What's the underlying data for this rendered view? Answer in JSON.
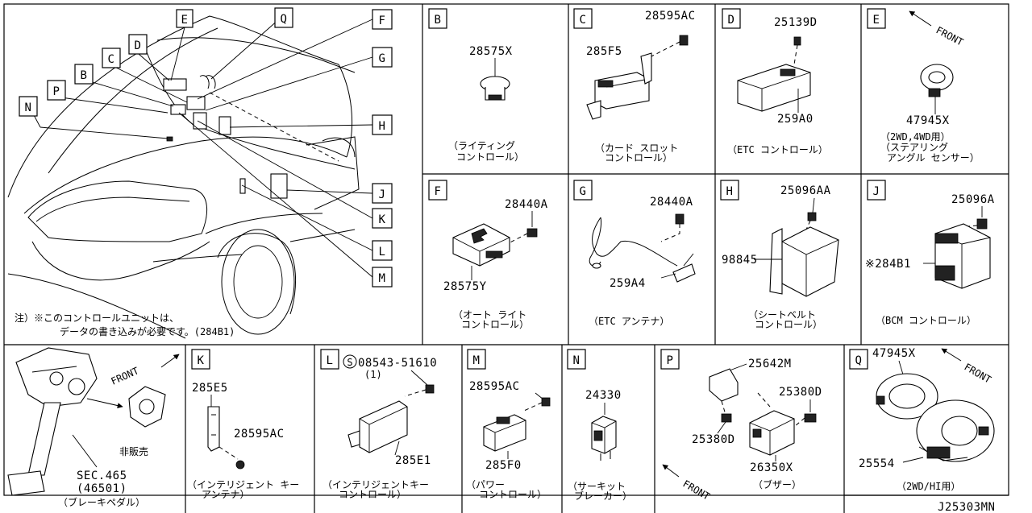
{
  "diagram_code": "J25303MN",
  "overview": {
    "callouts": [
      "E",
      "Q",
      "F",
      "D",
      "C",
      "G",
      "B",
      "P",
      "N",
      "H",
      "J",
      "K",
      "L",
      "M"
    ],
    "note_line1": "注）※このコントロールユニットは、",
    "note_line2": "データの書き込みが必要です。(284B1)"
  },
  "panels": {
    "B": {
      "letter": "B",
      "part1": "28575X",
      "caption1": "（ライティング",
      "caption2": "コントロール）"
    },
    "C": {
      "letter": "C",
      "part1": "28595AC",
      "part2": "285F5",
      "caption1": "（カード スロット",
      "caption2": "コントロール）"
    },
    "D": {
      "letter": "D",
      "part1": "25139D",
      "part2": "259A0",
      "caption1": "（ETC コントロール）"
    },
    "E": {
      "letter": "E",
      "front": "FRONT",
      "part1": "47945X",
      "caption1": "（2WD,4WD用）",
      "caption2": "（ステアリング",
      "caption3": "アングル センサー）"
    },
    "F": {
      "letter": "F",
      "part1": "28440A",
      "part2": "28575Y",
      "caption1": "（オート ライト",
      "caption2": "コントロール）"
    },
    "G": {
      "letter": "G",
      "part1": "28440A",
      "part2": "259A4",
      "caption1": "（ETC アンテナ）"
    },
    "H": {
      "letter": "H",
      "part1": "25096AA",
      "part2": "98845",
      "caption1": "（シートベルト",
      "caption2": "コントロール）"
    },
    "J": {
      "letter": "J",
      "part1": "25096A",
      "part2": "※284B1",
      "caption1": "（BCM コントロール）"
    },
    "pedal": {
      "front": "FRONT",
      "not_sold": "非販売",
      "sec": "SEC.465",
      "sec_num": "(46501)",
      "caption1": "（ブレーキペダル）"
    },
    "K": {
      "letter": "K",
      "part1": "285E5",
      "part2": "28595AC",
      "caption1": "（インテリジェント キー",
      "caption2": "アンテナ）"
    },
    "L": {
      "letter": "L",
      "screw_symbol": "S",
      "part1": "08543-51610",
      "part1_qty": "(1)",
      "part2": "285E1",
      "caption1": "（インテリジェントキー",
      "caption2": "コントロール）"
    },
    "M": {
      "letter": "M",
      "part1": "28595AC",
      "part2": "285F0",
      "caption1": "（パワー",
      "caption2": "コントロール）"
    },
    "N": {
      "letter": "N",
      "part1": "24330",
      "caption1": "（サーキット",
      "caption2": "ブレーカー）",
      "front": "FRONT"
    },
    "P": {
      "letter": "P",
      "part1": "25642M",
      "part2": "25380D",
      "part3": "25380D",
      "part4": "26350X",
      "caption1": "（ブザー）"
    },
    "Q": {
      "letter": "Q",
      "front": "FRONT",
      "part1": "47945X",
      "part2": "25554",
      "caption1": "（2WD/HI用）"
    }
  }
}
